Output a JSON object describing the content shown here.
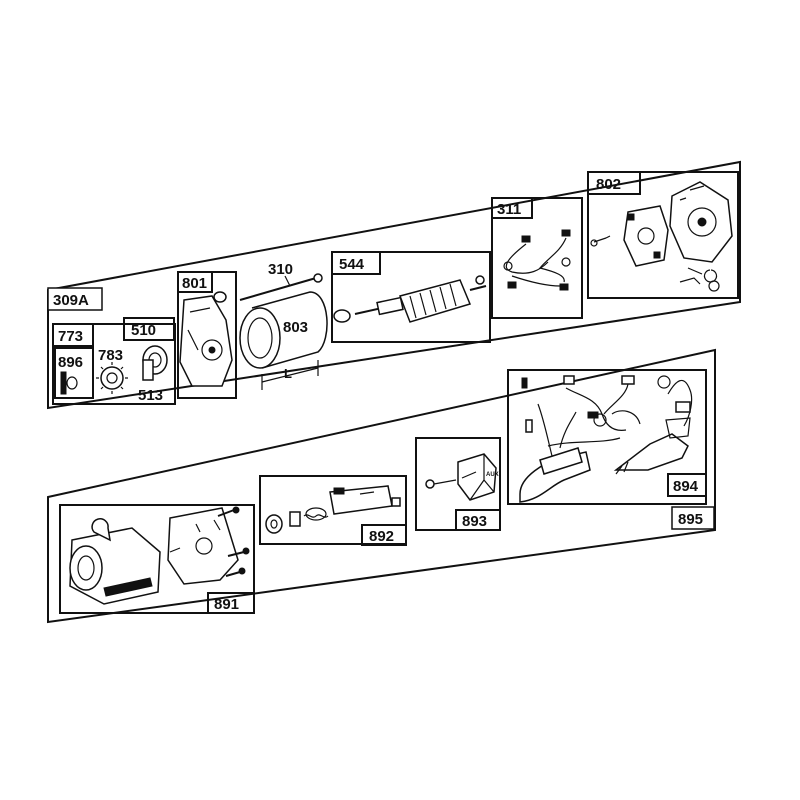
{
  "groups": {
    "upper": "309A",
    "lower": "895"
  },
  "parts": {
    "p773": "773",
    "p510": "510",
    "p896": "896",
    "p783": "783",
    "p513": "513",
    "p801": "801",
    "p310": "310",
    "p803": "803",
    "dim_L": "L",
    "p544": "544",
    "p311": "311",
    "p802": "802",
    "p891": "891",
    "p892": "892",
    "p893": "893",
    "p894": "894"
  },
  "icons": {
    "starter-motor-icon": "starter motor assembly",
    "armature-icon": "armature",
    "brush-set-icon": "brushes",
    "end-cap-icon": "end cap",
    "solenoid-icon": "solenoid",
    "switch-icon": "switch",
    "wiring-harness-icon": "harness"
  }
}
